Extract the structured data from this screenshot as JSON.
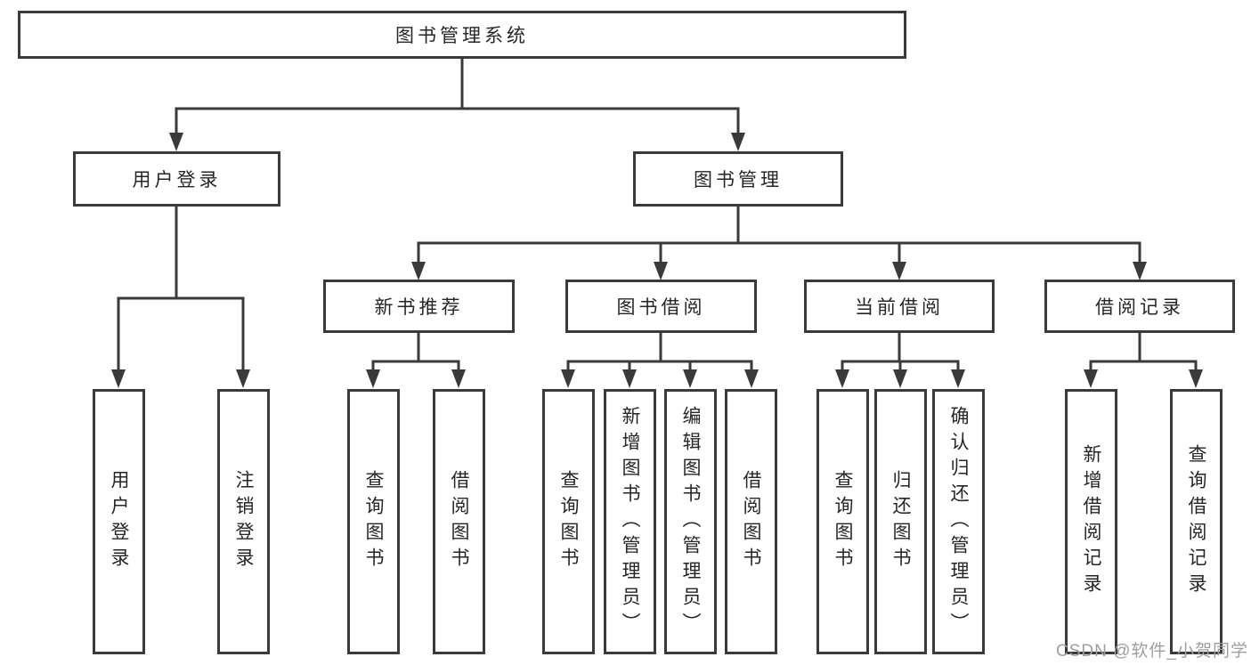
{
  "diagram": {
    "root": {
      "label": "图书管理系统"
    },
    "branches": [
      {
        "label": "用户登录",
        "children": [
          {
            "label": "用户登录"
          },
          {
            "label": "注销登录"
          }
        ]
      },
      {
        "label": "图书管理",
        "sections": [
          {
            "label": "新书推荐",
            "children": [
              {
                "label": "查询图书"
              },
              {
                "label": "借阅图书"
              }
            ]
          },
          {
            "label": "图书借阅",
            "children": [
              {
                "label": "查询图书"
              },
              {
                "label": "新增图书（管理员）"
              },
              {
                "label": "编辑图书（管理员）"
              },
              {
                "label": "借阅图书"
              }
            ]
          },
          {
            "label": "当前借阅",
            "children": [
              {
                "label": "查询图书"
              },
              {
                "label": "归还图书"
              },
              {
                "label": "确认归还（管理员）"
              }
            ]
          },
          {
            "label": "借阅记录",
            "children": [
              {
                "label": "新增借阅记录"
              },
              {
                "label": "查询借阅记录"
              }
            ]
          }
        ]
      }
    ]
  },
  "watermark": {
    "text": "CSDN @软件_小贺同学"
  },
  "colors": {
    "line": "#3a3a3a",
    "text": "#262626",
    "background": "#ffffff",
    "watermark": "#9e9e9e"
  }
}
